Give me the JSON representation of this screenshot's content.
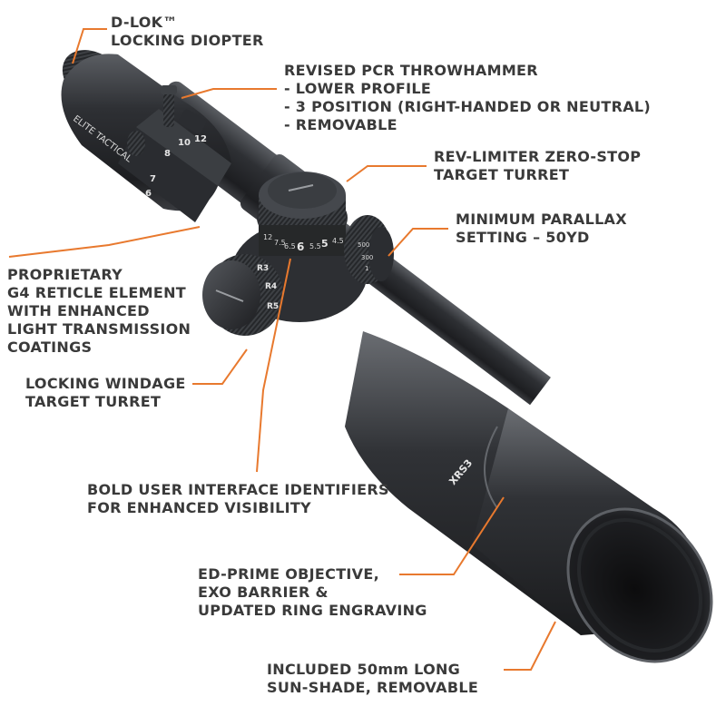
{
  "colors": {
    "leader": "#e8792e",
    "text": "#3a3a3a",
    "scope_body": "#2b2d30"
  },
  "callouts": {
    "dlok": {
      "lines": [
        "D-LOK™",
        "LOCKING DIOPTER"
      ]
    },
    "throwhammer": {
      "lines": [
        "REVISED PCR THROWHAMMER",
        "- LOWER PROFILE",
        "- 3 POSITION (RIGHT-HANDED OR NEUTRAL)",
        "- REMOVABLE"
      ]
    },
    "zerostop": {
      "lines": [
        "REV-LIMITER ZERO-STOP",
        "TARGET TURRET"
      ]
    },
    "parallax": {
      "lines": [
        "MINIMUM PARALLAX",
        "SETTING – 50YD"
      ]
    },
    "reticle": {
      "lines": [
        "PROPRIETARY",
        "G4 RETICLE ELEMENT",
        "WITH ENHANCED",
        "LIGHT TRANSMISSION",
        "COATINGS"
      ]
    },
    "windage": {
      "lines": [
        "LOCKING WINDAGE",
        "TARGET TURRET"
      ]
    },
    "interface": {
      "lines": [
        "BOLD USER INTERFACE IDENTIFIERS",
        "FOR ENHANCED VISIBILITY"
      ]
    },
    "objective": {
      "lines": [
        "ED-PRIME OBJECTIVE,",
        "EXO BARRIER &",
        "UPDATED RING ENGRAVING"
      ]
    },
    "sunshade": {
      "lines": [
        "INCLUDED 50mm LONG",
        "SUN-SHADE, REMOVABLE"
      ]
    }
  },
  "engravings": {
    "brand": "ELITE TACTICAL",
    "model": "XRS3",
    "power_ring": [
      "8",
      "10",
      "12",
      "7",
      "6"
    ],
    "elevation": [
      "12",
      "7.5",
      "6.5",
      "6",
      "5.5",
      "5",
      "4.5"
    ],
    "windage": [
      "R3",
      "R4",
      "R5"
    ],
    "parallax": [
      "500",
      "300",
      "1"
    ]
  }
}
